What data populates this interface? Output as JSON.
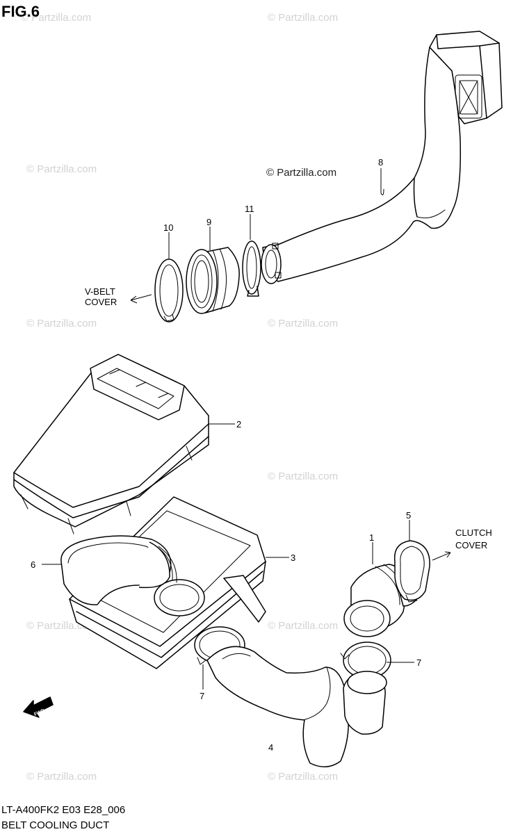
{
  "figure_label": "FIG.6",
  "watermark_text": "© Partzilla.com",
  "main_watermark_text": "© Partzilla.com",
  "callouts": {
    "c1": "1",
    "c2": "2",
    "c3": "3",
    "c4": "4",
    "c5": "5",
    "c6": "6",
    "c7a": "7",
    "c7b": "7",
    "c8": "8",
    "c9": "9",
    "c10": "10",
    "c11": "11"
  },
  "destinations": {
    "vbelt_line1": "V-BELT",
    "vbelt_line2": "COVER",
    "clutch_line1": "CLUTCH",
    "clutch_line2": "COVER"
  },
  "fwd_label": "FWD",
  "footer": {
    "model_code": "LT-A400FK2 E03 E28_006",
    "title": "BELT COOLING DUCT"
  }
}
